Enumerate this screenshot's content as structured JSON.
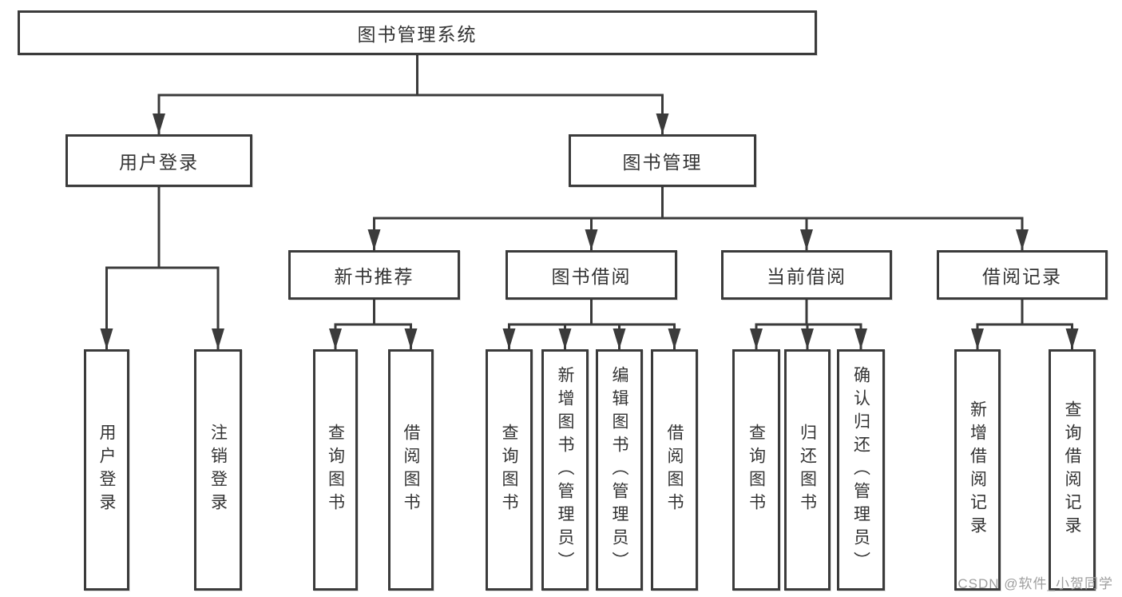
{
  "diagram": {
    "type": "hierarchy-tree",
    "title": "图书管理系统",
    "colors": {
      "line": "#3b3b3b",
      "box_border": "#3b3b3b",
      "text": "#333333",
      "background": "#ffffff",
      "watermark": "#9e9e9e"
    },
    "nodes": {
      "root": "图书管理系统",
      "login_group": "用户登录",
      "book_mgmt": "图书管理",
      "new_book_rec": "新书推荐",
      "book_borrow": "图书借阅",
      "current_borrow": "当前借阅",
      "borrow_records": "借阅记录",
      "user_login": "用户登录",
      "logout": "注销登录",
      "rec_query_books": "查询图书",
      "rec_borrow_books": "借阅图书",
      "bb_query_books": "查询图书",
      "bb_add_books": "新增图书（管理员）",
      "bb_edit_books": "编辑图书（管理员）",
      "bb_borrow_books": "借阅图书",
      "cb_query_books": "查询图书",
      "cb_return_books": "归还图书",
      "cb_confirm_return": "确认归还（管理员）",
      "br_add_record": "新增借阅记录",
      "br_query_record": "查询借阅记录"
    },
    "edges": [
      [
        "root",
        "login_group"
      ],
      [
        "root",
        "book_mgmt"
      ],
      [
        "login_group",
        "user_login"
      ],
      [
        "login_group",
        "logout"
      ],
      [
        "book_mgmt",
        "new_book_rec"
      ],
      [
        "book_mgmt",
        "book_borrow"
      ],
      [
        "book_mgmt",
        "current_borrow"
      ],
      [
        "book_mgmt",
        "borrow_records"
      ],
      [
        "new_book_rec",
        "rec_query_books"
      ],
      [
        "new_book_rec",
        "rec_borrow_books"
      ],
      [
        "book_borrow",
        "bb_query_books"
      ],
      [
        "book_borrow",
        "bb_add_books"
      ],
      [
        "book_borrow",
        "bb_edit_books"
      ],
      [
        "book_borrow",
        "bb_borrow_books"
      ],
      [
        "current_borrow",
        "cb_query_books"
      ],
      [
        "current_borrow",
        "cb_return_books"
      ],
      [
        "current_borrow",
        "cb_confirm_return"
      ],
      [
        "borrow_records",
        "br_add_record"
      ],
      [
        "borrow_records",
        "br_query_record"
      ]
    ]
  },
  "watermark": {
    "text": "CSDN @软件_小贺同学"
  }
}
